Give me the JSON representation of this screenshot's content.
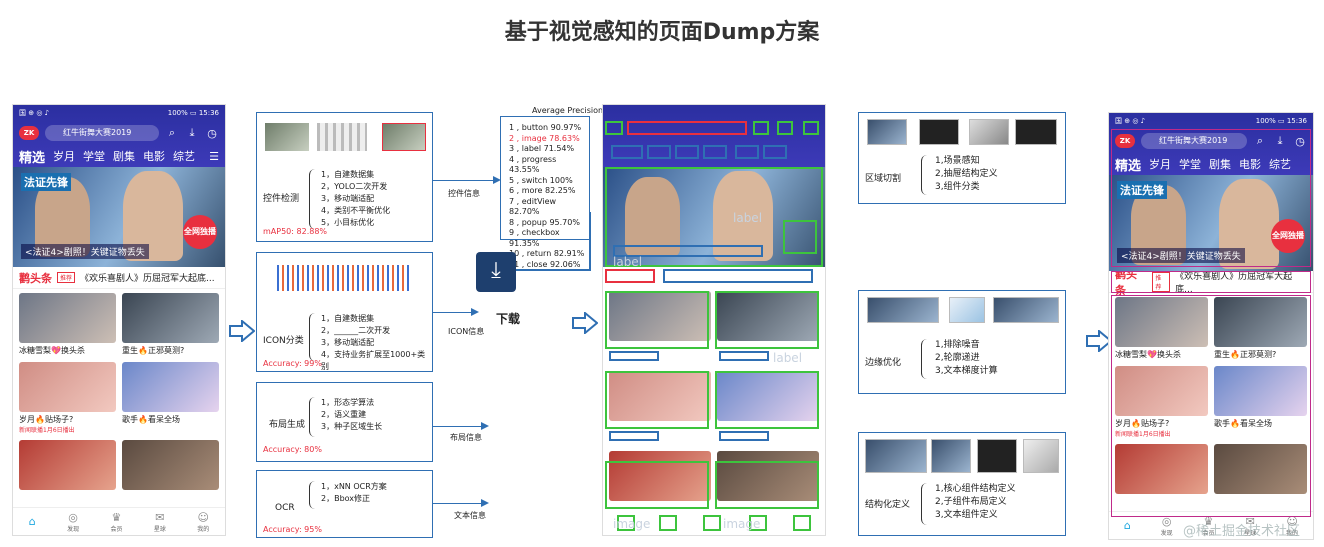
{
  "title": "基于视觉感知的页面Dump方案",
  "phone": {
    "status_left": "国 ⊕ ◎ ♪",
    "status_right": "100% ▭ 15:36",
    "logo": "ZK",
    "search": "红牛街舞大赛2019",
    "tabs": [
      "精选",
      "岁月",
      "学堂",
      "剧集",
      "电影",
      "综艺"
    ],
    "menu_icon": "menu-icon",
    "banner_logo": "法证先锋",
    "banner_caption": "<法证4>剧照！关键证物丢失",
    "banner_badge": "全网独播",
    "headline_title": "鹳头条",
    "headline_badge": "推荐",
    "headline_text": "《欢乐喜剧人》历屈冠军大起底...",
    "cards": [
      {
        "title": "冰糖雪梨💖换头杀",
        "sub": "",
        "color1": "#6d7686",
        "color2": "#cdbfb5"
      },
      {
        "title": "重生🔥正邪莫测?",
        "sub": "",
        "color1": "#3a4552",
        "color2": "#9ea9b5"
      },
      {
        "title": "岁月🔥贴场子?",
        "sub": "新闻联播1月6日播出",
        "color1": "#d08d84",
        "color2": "#f2c9c0"
      },
      {
        "title": "歌手🔥看呆全场",
        "sub": "",
        "color1": "#6a87c9",
        "color2": "#e6d3ee"
      },
      {
        "title": "",
        "sub": "",
        "color1": "#b43b34",
        "color2": "#e6a38d"
      },
      {
        "title": "",
        "sub": "",
        "color1": "#5a4a40",
        "color2": "#a98d78"
      }
    ],
    "nav": [
      "发现",
      "会员",
      "星球",
      "我的"
    ],
    "nav_first_icon": "home-icon"
  },
  "panels": {
    "control": {
      "label": "控件检测",
      "items": [
        "1，自建数据集",
        "2，YOLO二次开发",
        "3，移动端适配",
        "4，类别不平衡优化",
        "5，小目标优化"
      ],
      "acc": "mAP50: 82.88%"
    },
    "icon": {
      "label": "ICON分类",
      "items": [
        "1，自建数据集",
        "2，______二次开发",
        "3，移动端适配",
        "4，支持业务扩展至1000+类别"
      ],
      "acc": "Accuracy: 99%"
    },
    "layout": {
      "label": "布局生成",
      "items": [
        "1，形态学算法",
        "2，语义重建",
        "3，种子区域生长"
      ],
      "acc": "Accuracy: 80%"
    },
    "ocr": {
      "label": "OCR",
      "items": [
        "1，xNN OCR方案",
        "2，Bbox修正"
      ],
      "acc": "Accuracy: 95%"
    }
  },
  "ap": {
    "title": "Average Precision",
    "rows": [
      {
        "t": "1 , button  90.97%",
        "red": false
      },
      {
        "t": "2 , image  78.63%",
        "red": true
      },
      {
        "t": "3 , label  71.54%",
        "red": false
      },
      {
        "t": "4 , progress 43.55%",
        "red": false
      },
      {
        "t": "5 , switch  100%",
        "red": false
      },
      {
        "t": "6 , more  82.25%",
        "red": false
      },
      {
        "t": "7 , editView  82.70%",
        "red": false
      },
      {
        "t": "8 , popup  95.70%",
        "red": false
      },
      {
        "t": "9 , checkbox 91.35%",
        "red": false
      },
      {
        "t": "10 , return  82.91%",
        "red": false
      },
      {
        "t": "11 , close  92.06%",
        "red": false
      }
    ]
  },
  "flow_labels": {
    "control_info": "控件信息",
    "icon_info": "ICON信息",
    "layout_info": "布局信息",
    "text_info": "文本信息",
    "download": "下载"
  },
  "stages": {
    "region": {
      "label": "区域切割",
      "items": [
        "1,场景感知",
        "2,抽屉结构定义",
        "3,组件分类"
      ]
    },
    "edge": {
      "label": "边缘优化",
      "items": [
        "1,排除噪音",
        "2,轮廓递进",
        "3,文本梯度计算"
      ]
    },
    "struct": {
      "label": "结构化定义",
      "items": [
        "1,核心组件结构定义",
        "2,子组件布局定义",
        "3,文本组件定义"
      ]
    }
  },
  "det_labels": [
    "label",
    "label",
    "label",
    "image",
    "image"
  ],
  "watermark": "@稀土掘金技术社区",
  "colors": {
    "accent": "#2f6fb3",
    "red": "#e8303f",
    "green": "#3dc43d",
    "pink": "#c02a8a",
    "phone_bg": "#1e2a8c"
  }
}
